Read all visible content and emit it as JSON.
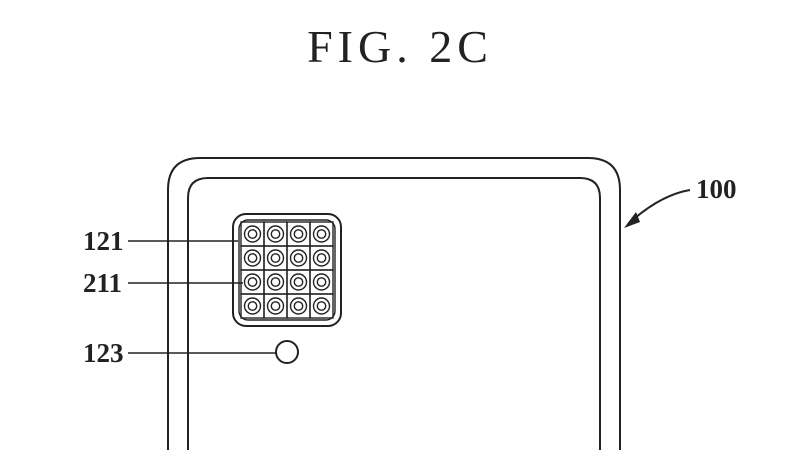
{
  "figure": {
    "title": "FIG. 2C",
    "labels": {
      "device": "100",
      "camera_array": "121",
      "camera_unit": "211",
      "sensor": "123"
    },
    "camera_array_grid": {
      "rows": 4,
      "cols": 4
    }
  }
}
